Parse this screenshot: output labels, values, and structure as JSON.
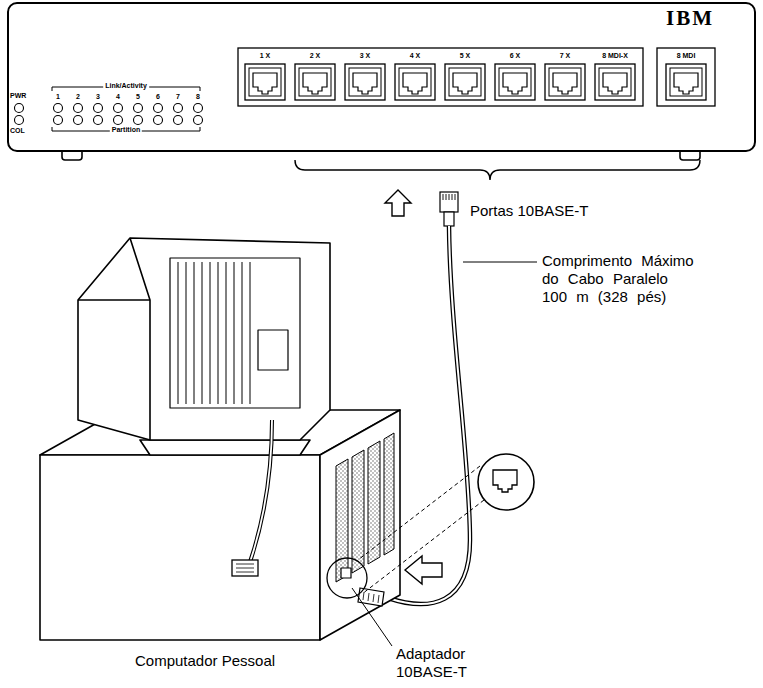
{
  "diagram": {
    "labels": [
      "IBM",
      "PWR",
      "COL",
      "Link/Activity",
      "1",
      "2",
      "3",
      "4",
      "5",
      "6",
      "7",
      "8",
      "Partition",
      "1 X",
      "2 X",
      "3 X",
      "4 X",
      "5 X",
      "6 X",
      "7 X",
      "8 MDI-X",
      "8 MDI",
      "Portas 10BASE-T",
      "Comprimento Máximo do Cabo Paralelo 100 m (328 pés)",
      "Computador Pessoal",
      "Adaptador 10BASE-T"
    ]
  }
}
